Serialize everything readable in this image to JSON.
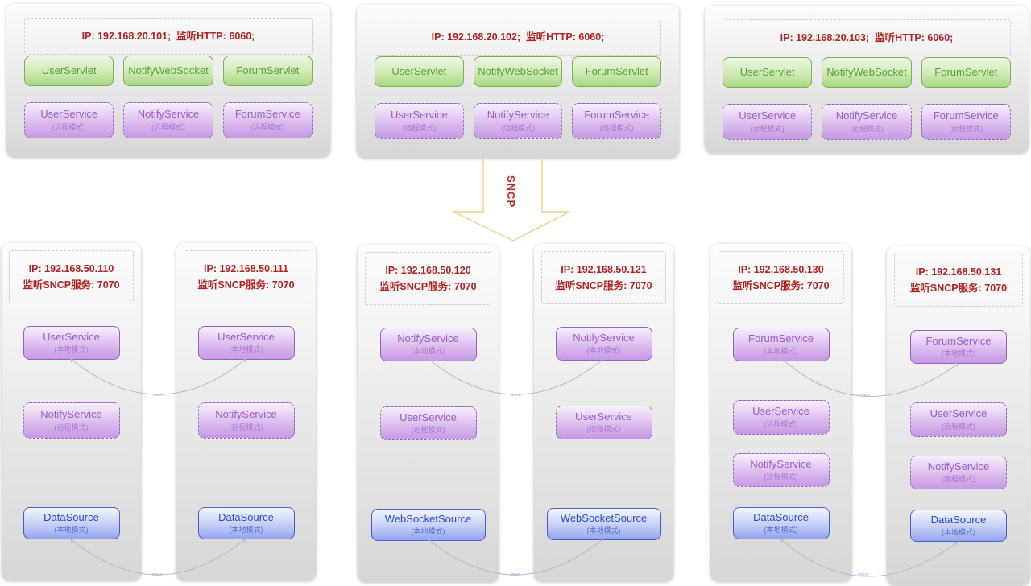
{
  "arrow": {
    "label": "SNCP"
  },
  "connectors": {
    "label": "SNCP"
  },
  "http_servers": [
    {
      "ip": "IP: 192.168.20.101;  监听HTTP: 6060;",
      "servlets": [
        "UserServlet",
        "NotifyWebSocket",
        "ForumServlet"
      ],
      "services": [
        {
          "name": "UserService",
          "mode": "(远程模式)"
        },
        {
          "name": "NotifyService",
          "mode": "(远程模式)"
        },
        {
          "name": "ForumService",
          "mode": "(远程模式)"
        }
      ]
    },
    {
      "ip": "IP: 192.168.20.102;  监听HTTP: 6060;",
      "servlets": [
        "UserServlet",
        "NotifyWebSocket",
        "ForumServlet"
      ],
      "services": [
        {
          "name": "UserService",
          "mode": "(远程模式)"
        },
        {
          "name": "NotifyService",
          "mode": "(远程模式)"
        },
        {
          "name": "ForumService",
          "mode": "(远程模式)"
        }
      ]
    },
    {
      "ip": "IP: 192.168.20.103;  监听HTTP: 6060;",
      "servlets": [
        "UserServlet",
        "NotifyWebSocket",
        "ForumServlet"
      ],
      "services": [
        {
          "name": "UserService",
          "mode": "(远程模式)"
        },
        {
          "name": "NotifyService",
          "mode": "(远程模式)"
        },
        {
          "name": "ForumService",
          "mode": "(远程模式)"
        }
      ]
    }
  ],
  "sncp_servers": [
    {
      "ip": "IP: 192.168.50.110",
      "listen": "监听SNCP服务: 7070",
      "components": [
        {
          "name": "UserService",
          "mode": "(本地模式)"
        },
        {
          "name": "NotifyService",
          "mode": "(远程模式)"
        },
        {
          "name": "DataSource",
          "mode": "(本地模式)"
        }
      ]
    },
    {
      "ip": "IP: 192.168.50.111",
      "listen": "监听SNCP服务: 7070",
      "components": [
        {
          "name": "UserService",
          "mode": "(本地模式)"
        },
        {
          "name": "NotifyService",
          "mode": "(远程模式)"
        },
        {
          "name": "DataSource",
          "mode": "(本地模式)"
        }
      ]
    },
    {
      "ip": "IP: 192.168.50.120",
      "listen": "监听SNCP服务: 7070",
      "components": [
        {
          "name": "NotifyService",
          "mode": "(本地模式)"
        },
        {
          "name": "UserService",
          "mode": "(远程模式)"
        },
        {
          "name": "WebSocketSource",
          "mode": "(本地模式)"
        }
      ]
    },
    {
      "ip": "IP: 192.168.50.121",
      "listen": "监听SNCP服务: 7070",
      "components": [
        {
          "name": "NotifyService",
          "mode": "(本地模式)"
        },
        {
          "name": "UserService",
          "mode": "(远程模式)"
        },
        {
          "name": "WebSocketSource",
          "mode": "(本地模式)"
        }
      ]
    },
    {
      "ip": "IP: 192.168.50.130",
      "listen": "监听SNCP服务: 7070",
      "components": [
        {
          "name": "ForumService",
          "mode": "(本地模式)"
        },
        {
          "name": "UserService",
          "mode": "(远程模式)"
        },
        {
          "name": "NotifyService",
          "mode": "(远程模式)"
        },
        {
          "name": "DataSource",
          "mode": "(本地模式)"
        }
      ]
    },
    {
      "ip": "IP: 192.168.50.131",
      "listen": "监听SNCP服务: 7070",
      "components": [
        {
          "name": "ForumService",
          "mode": "(本地模式)"
        },
        {
          "name": "UserService",
          "mode": "(远程模式)"
        },
        {
          "name": "NotifyService",
          "mode": "(远程模式)"
        },
        {
          "name": "DataSource",
          "mode": "(本地模式)"
        }
      ]
    }
  ]
}
